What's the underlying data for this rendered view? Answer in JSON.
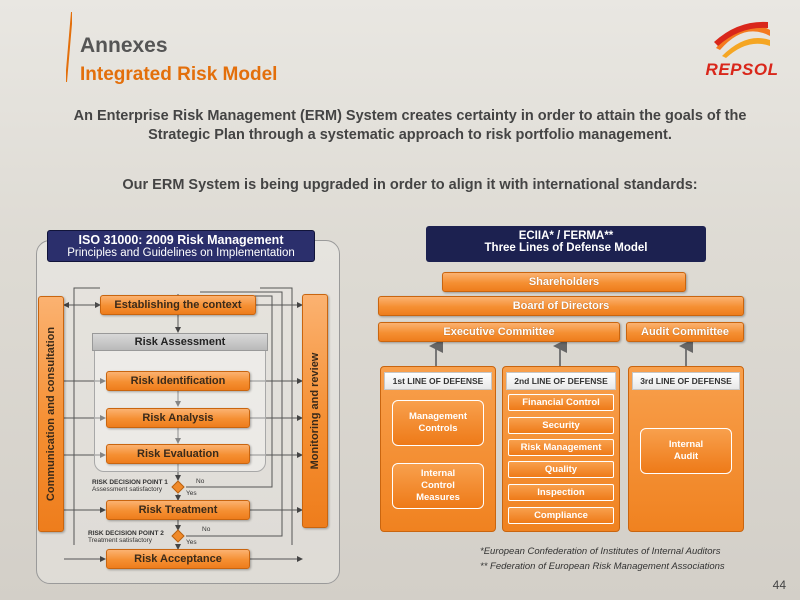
{
  "header": {
    "title": "Annexes",
    "subtitle": "Integrated Risk Model",
    "intro": "An Enterprise Risk Management (ERM) System creates certainty in order to attain the goals of the Strategic Plan through a systematic approach to risk portfolio management.",
    "upgrade": "Our ERM System is being upgraded in order to align it with international standards:"
  },
  "logo": {
    "text": "REPSOL",
    "colors": [
      "#f47a20",
      "#d9271b",
      "#f5a623"
    ]
  },
  "iso": {
    "title_line1": "ISO 31000: 2009  Risk Management",
    "title_line2": "Principles and Guidelines on Implementation",
    "left_bar": "Communication and consultation",
    "right_bar": "Monitoring and review",
    "context": "Establishing the context",
    "assessment": "Risk Assessment",
    "identification": "Risk Identification",
    "analysis": "Risk Analysis",
    "evaluation": "Risk Evaluation",
    "decision1_title": "RISK DECISION POINT 1",
    "decision1_sub": "Assessment satisfactory",
    "decision2_title": "RISK DECISION POINT 2",
    "decision2_sub": "Treatment satisfactory",
    "no": "No",
    "yes": "Yes",
    "treatment": "Risk Treatment",
    "acceptance": "Risk Acceptance"
  },
  "eciia": {
    "title_line1": "ECIIA* / FERMA**",
    "title_line2": "Three Lines of Defense Model",
    "shareholders": "Shareholders",
    "board": "Board of Directors",
    "executive": "Executive Committee",
    "audit_committee": "Audit Committee",
    "line1": {
      "label": "1st  LINE OF DEFENSE",
      "items": [
        "Management Controls",
        "Internal Control Measures"
      ]
    },
    "line2": {
      "label": "2nd  LINE OF DEFENSE",
      "items": [
        "Financial Control",
        "Security",
        "Risk Management",
        "Quality",
        "Inspection",
        "Compliance"
      ]
    },
    "line3": {
      "label": "3rd  LINE OF DEFENSE",
      "items": [
        "Internal Audit"
      ]
    }
  },
  "footnotes": {
    "f1": "*European Confederation of Institutes of Internal Auditors",
    "f2": "** Federation of European Risk Management Associations"
  },
  "page_number": "44",
  "colors": {
    "orange": "#f58f32",
    "navy": "#2b2f6c",
    "accent": "#e36f0b"
  }
}
